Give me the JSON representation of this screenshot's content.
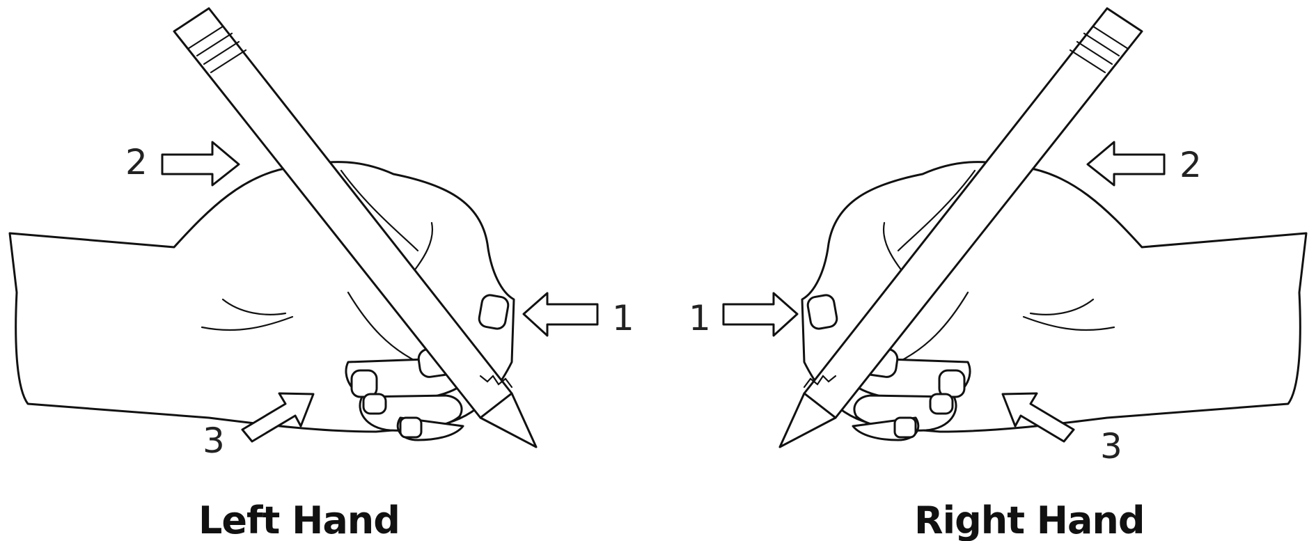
{
  "left": {
    "caption": "Left Hand",
    "markers": [
      "1",
      "2",
      "3"
    ]
  },
  "right": {
    "caption": "Right Hand",
    "markers": [
      "1",
      "2",
      "3"
    ]
  }
}
